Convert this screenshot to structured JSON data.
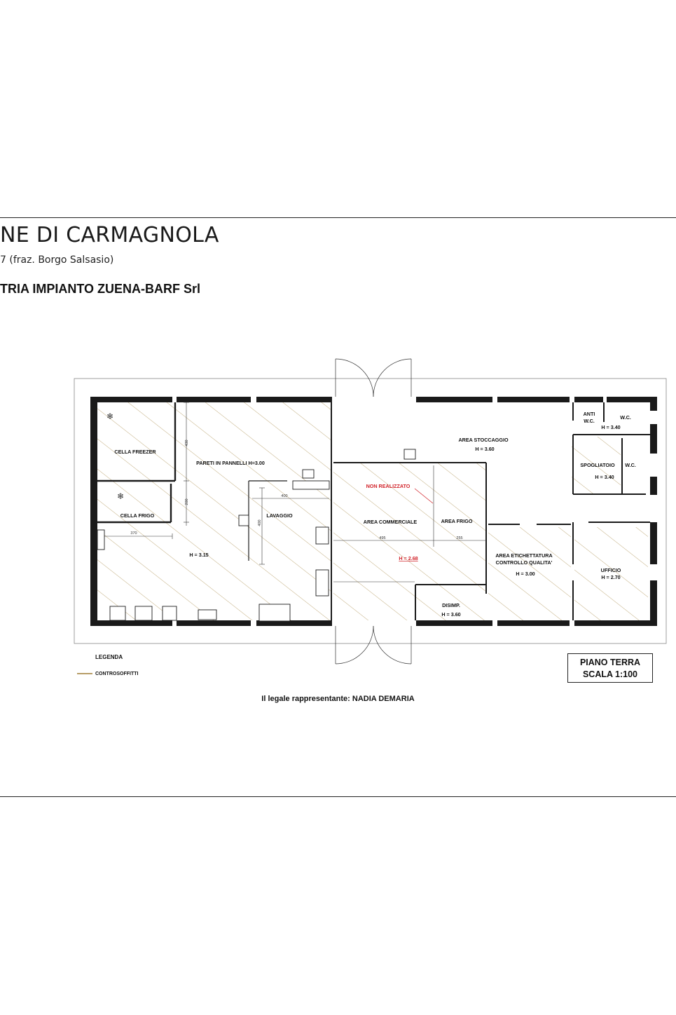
{
  "header": {
    "title": "NE DI CARMAGNOLA",
    "address": "7 (fraz. Borgo Salsasio)",
    "project": "TRIA IMPIANTO ZUENA-BARF Srl"
  },
  "plan": {
    "rooms": {
      "cella_freezer": "CELLA FREEZER",
      "cella_frigo": "CELLA FRIGO",
      "pareti": "PARETI IN PANNELLI H=3.00",
      "lavaggio": "LAVAGGIO",
      "h_315": "H = 3.15",
      "non_realizzato": "NON REALIZZATO",
      "area_commerciale": "AREA COMMERCIALE",
      "area_frigo": "AREA FRIGO",
      "h_268": "H = 2.68",
      "area_stoccaggio": "AREA STOCCAGGIO",
      "h_360_stoccaggio": "H = 3.60",
      "disimp": "DISIMP.",
      "h_360_disimp": "H = 3.60",
      "area_etichettatura_1": "AREA ETICHETTATURA",
      "area_etichettatura_2": "CONTROLLO QUALITA'",
      "h_300": "H = 3.00",
      "ufficio": "UFFICIO",
      "h_270": "H = 2.70",
      "anti_1": "ANTI",
      "anti_2": "W.C.",
      "wc_top": "W.C.",
      "h_340_top": "H = 3.40",
      "spogliatoio": "SPOGLIATOIO",
      "wc_mid": "W.C.",
      "h_340_mid": "H = 3.40"
    },
    "dimensions": {
      "d_430": "430",
      "d_200": "200",
      "d_400_v": "400",
      "d_400_h": "400",
      "d_370": "370",
      "d_495": "495",
      "d_255": "255"
    },
    "colors": {
      "wall": "#1a1a1a",
      "hatch": "#b79e67",
      "note": "#d2232a"
    }
  },
  "legend": {
    "title": "LEGENDA",
    "item": "CONTROSOFFITTI"
  },
  "scale_box": {
    "line1": "PIANO TERRA",
    "line2": "SCALA 1:100"
  },
  "signature": "Il legale rappresentante: NADIA DEMARIA"
}
